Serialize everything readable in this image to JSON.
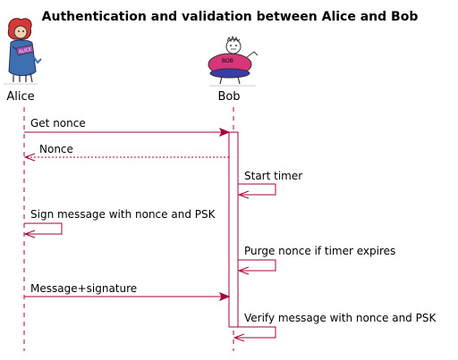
{
  "title": "Authentication and validation between Alice and Bob",
  "participants": {
    "alice": {
      "name": "Alice",
      "badge": "ALICE",
      "icon": "alice-figure-icon"
    },
    "bob": {
      "name": "Bob",
      "badge": "BOB",
      "icon": "bob-figure-icon"
    }
  },
  "messages": [
    {
      "from": "Alice",
      "to": "Bob",
      "text": "Get nonce",
      "style": "solid"
    },
    {
      "from": "Bob",
      "to": "Alice",
      "text": "Nonce",
      "style": "dashed"
    },
    {
      "from": "Bob",
      "to": "Bob",
      "text": "Start timer",
      "style": "solid"
    },
    {
      "from": "Alice",
      "to": "Alice",
      "text": "Sign message with nonce and PSK",
      "style": "solid"
    },
    {
      "from": "Bob",
      "to": "Bob",
      "text": "Purge nonce if timer expires",
      "style": "solid"
    },
    {
      "from": "Alice",
      "to": "Bob",
      "text": "Message+signature",
      "style": "solid"
    },
    {
      "from": "Bob",
      "to": "Bob",
      "text": "Verify message with nonce and PSK",
      "style": "solid"
    }
  ],
  "colors": {
    "line": "#A80036",
    "alice_hair": "#d23a3a",
    "alice_dress": "#3e6fb0",
    "bob_body": "#d8367a",
    "bob_base": "#3a3aa8"
  }
}
